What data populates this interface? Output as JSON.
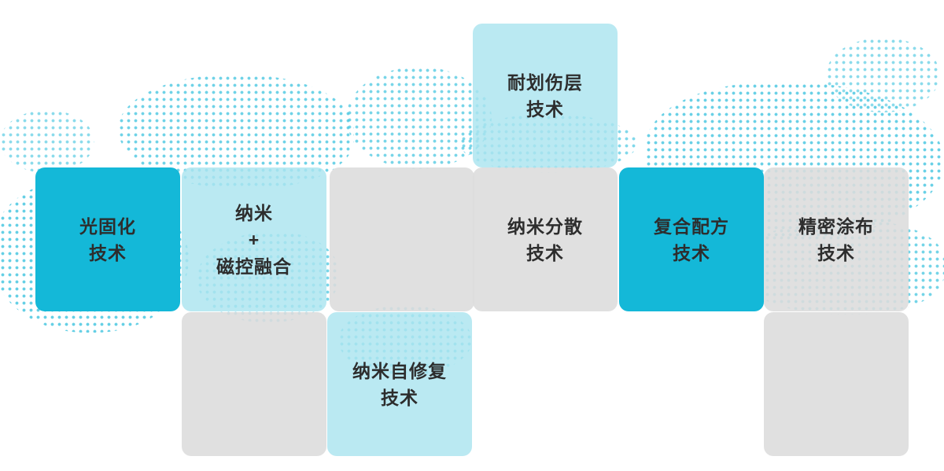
{
  "diagram": {
    "name": "core-technology-grid",
    "colors": {
      "dark_tile": "#14b8d8",
      "light_tile": "#abe4ef",
      "gray_tile": "#dcdcdc",
      "text": "#2d2d2d",
      "map_dot": "#3fc4df",
      "background": "#ffffff"
    },
    "tiles": [
      {
        "key": "scratch-resistant-layer",
        "label": "耐划伤层\n技术",
        "variant": "light"
      },
      {
        "key": "photo-curing",
        "label": "光固化\n技术",
        "variant": "dark"
      },
      {
        "key": "nano-magnetron-fusion",
        "label": "纳米\n+\n磁控融合",
        "variant": "light"
      },
      {
        "key": "empty-a",
        "label": "",
        "variant": "gray"
      },
      {
        "key": "nano-dispersion",
        "label": "纳米分散\n技术",
        "variant": "gray"
      },
      {
        "key": "composite-formula",
        "label": "复合配方\n技术",
        "variant": "dark"
      },
      {
        "key": "precision-coating",
        "label": "精密涂布\n技术",
        "variant": "gray"
      },
      {
        "key": "empty-b",
        "label": "",
        "variant": "gray"
      },
      {
        "key": "nano-self-healing",
        "label": "纳米自修复\n技术",
        "variant": "light"
      },
      {
        "key": "empty-c",
        "label": "",
        "variant": "gray"
      }
    ]
  }
}
